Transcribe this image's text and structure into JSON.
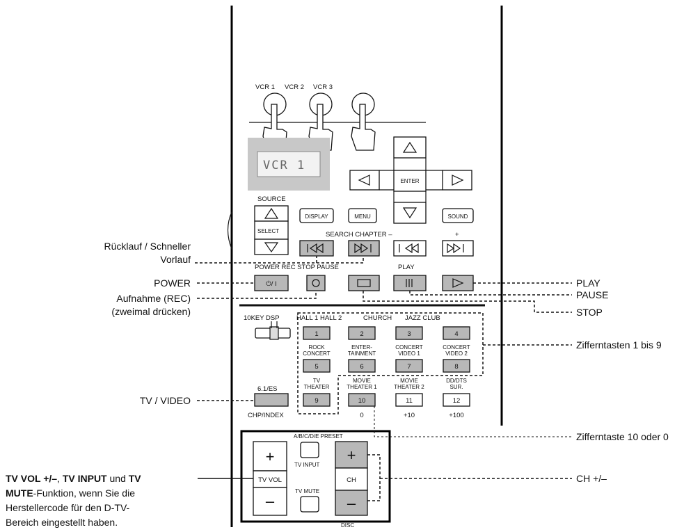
{
  "remote": {
    "vcr_labels": [
      "VCR 1",
      "VCR 2",
      "VCR 3"
    ],
    "display_text": "VCR 1",
    "source_label": "SOURCE",
    "select_label": "SELECT",
    "display_button": "DISPLAY",
    "menu_button": "MENU",
    "sound_button": "SOUND",
    "enter_button": "ENTER",
    "search_chapter_label": "SEARCH CHAPTER –",
    "plus_label": "+",
    "transport_row_label": "POWER REC STOP PAUSE",
    "play_label": "PLAY",
    "power_symbol": "⏻/ I",
    "key_dsp_label": "10KEY DSP",
    "dsp_modes": {
      "hall": "HALL 1 HALL 2",
      "church": "CHURCH",
      "jazz": "JAZZ CLUB",
      "rock": "ROCK CONCERT",
      "ent": "ENTER-TAINMENT",
      "cv1": "CONCERT VIDEO 1",
      "cv2": "CONCERT VIDEO 2",
      "tvt": "TV THEATER",
      "mt1": "MOVIE THEATER 1",
      "mt2": "MOVIE THEATER 2",
      "dd": "DD/DTS SUR."
    },
    "num_keys": [
      "1",
      "2",
      "3",
      "4",
      "5",
      "6",
      "7",
      "8",
      "9",
      "10",
      "11",
      "12"
    ],
    "es_button": "6.1/ES",
    "chp_index": "CHP/INDEX",
    "below_10": "0",
    "below_11": "+10",
    "below_12": "+100",
    "abcde_preset": "A/B/C/D/E PRESET",
    "tv_vol": "TV VOL",
    "tv_input": "TV INPUT",
    "tv_mute": "TV MUTE",
    "ch": "CH",
    "disc": "DISC",
    "plus": "+",
    "minus": "–"
  },
  "callouts": {
    "rewind_1": "Rücklauf / Schneller",
    "rewind_2": "Vorlauf",
    "power": "POWER",
    "rec_1": "Aufnahme (REC)",
    "rec_2": "(zweimal drücken)",
    "tv_video": "TV / VIDEO",
    "play": "PLAY",
    "pause": "PAUSE",
    "stop": "STOP",
    "digits_1_9": "Zifferntasten 1 bis 9",
    "digit_10_0": "Zifferntaste 10 oder 0",
    "ch_pm": "CH +/–",
    "tv_func_bold1": "TV VOL +/–",
    "tv_func_sep1": ", ",
    "tv_func_bold2": "TV INPUT",
    "tv_func_sep2": " und ",
    "tv_func_bold3": "TV",
    "tv_func_line2_bold": "MUTE",
    "tv_func_line2_rest": "-Funktion, wenn Sie die",
    "tv_func_line3": "Herstellercode für den D-TV-",
    "tv_func_line4": "Bereich eingestellt haben."
  }
}
